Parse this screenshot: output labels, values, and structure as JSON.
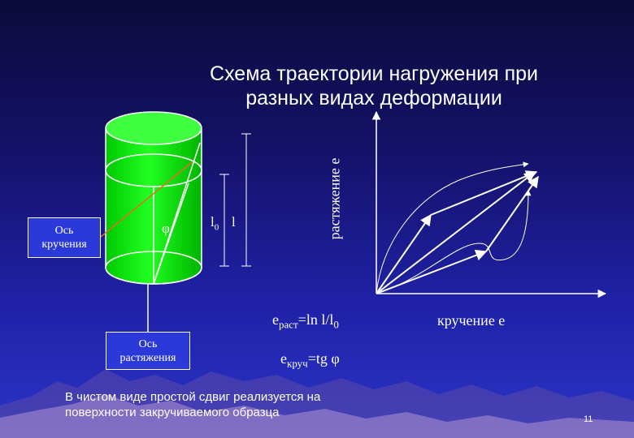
{
  "slide": {
    "title_line1": "Схема траектории нагружения при",
    "title_line2": "разных видах деформации",
    "note_line1": "В чистом виде простой сдвиг реализуется на",
    "note_line2": "поверхности закручиваемого образца",
    "page_number": "11"
  },
  "specimen": {
    "torsion_axis_label_line1": "Ось",
    "torsion_axis_label_line2": "кручения",
    "tension_axis_label_line1": "Ось",
    "tension_axis_label_line2": "растяжения",
    "angle_symbol": "φ",
    "length0_main": "l",
    "length0_sub": "0",
    "length_label": "l"
  },
  "graph": {
    "y_axis_label": "растяжение e",
    "x_axis_label": "кручение e"
  },
  "formulas": {
    "tension_lhs": "e",
    "tension_sub": "раст",
    "tension_rhs_a": "=ln l/l",
    "tension_rhs_sub": "0",
    "torsion_lhs": "e",
    "torsion_sub": "круч",
    "torsion_rhs": "=tg φ"
  },
  "colors": {
    "cylinder_fill": "#00f000",
    "cylinder_top": "#38ff38",
    "line": "#ffffff",
    "axis_arrow_orange": "#e07020",
    "background_top": "#0c0a3a",
    "background_bottom": "#2b34c8"
  }
}
